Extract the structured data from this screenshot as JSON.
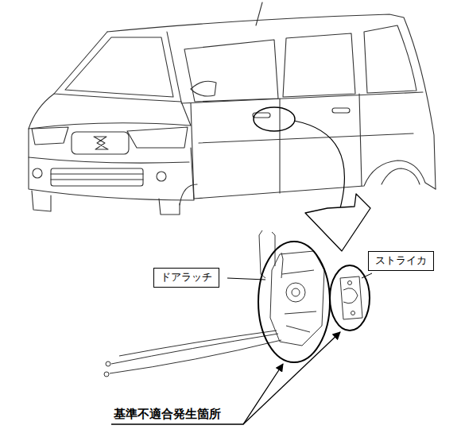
{
  "diagram": {
    "nodes": [
      {
        "text": [
          "ドアラッチ"
        ]
      },
      {
        "text": [
          "ストライカ"
        ]
      }
    ],
    "labels": [
      "基準不適合発生箇所"
    ]
  }
}
